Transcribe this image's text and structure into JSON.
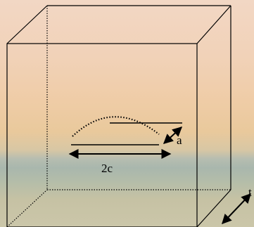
{
  "labels": {
    "crack_depth": "a",
    "crack_length": "2c",
    "thickness": "t"
  },
  "colors": {
    "line": "#000000",
    "sky_top": "#f2d7c4",
    "horizon": "#a9b7ad"
  }
}
